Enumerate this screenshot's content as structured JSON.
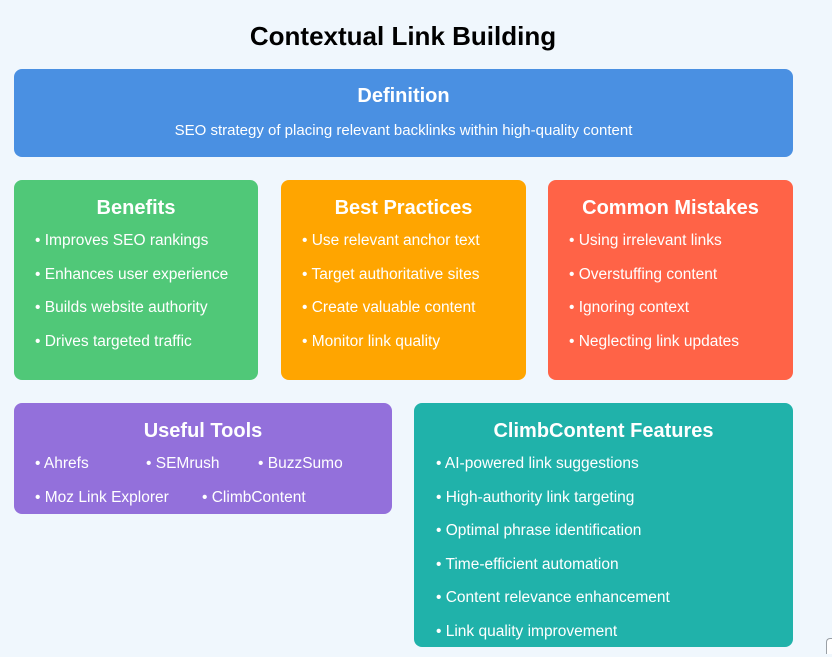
{
  "title": "Contextual Link Building",
  "colors": {
    "definition": "#4a90e2",
    "benefits": "#50c878",
    "best_practices": "#ffa500",
    "common_mistakes": "#ff6347",
    "tools": "#9370db",
    "features": "#20b2aa"
  },
  "definition": {
    "title": "Definition",
    "text": "SEO strategy of placing relevant backlinks within high-quality content"
  },
  "benefits": {
    "title": "Benefits",
    "items": [
      "Improves SEO rankings",
      "Enhances user experience",
      "Builds website authority",
      "Drives targeted traffic"
    ]
  },
  "best_practices": {
    "title": "Best Practices",
    "items": [
      "Use relevant anchor text",
      "Target authoritative sites",
      "Create valuable content",
      "Monitor link quality"
    ]
  },
  "common_mistakes": {
    "title": "Common Mistakes",
    "items": [
      "Using irrelevant links",
      "Overstuffing content",
      "Ignoring context",
      "Neglecting link updates"
    ]
  },
  "tools": {
    "title": "Useful Tools",
    "items": [
      "Ahrefs",
      "SEMrush",
      "BuzzSumo",
      "Moz Link Explorer",
      "ClimbContent"
    ]
  },
  "features": {
    "title": "ClimbContent Features",
    "items": [
      "AI-powered link suggestions",
      "High-authority link targeting",
      "Optimal phrase identification",
      "Time-efficient automation",
      "Content relevance enhancement",
      "Link quality improvement"
    ]
  }
}
